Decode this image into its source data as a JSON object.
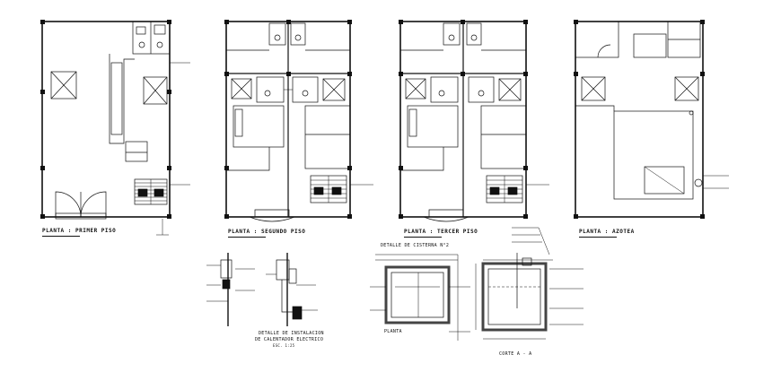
{
  "plan_titles": {
    "primer_piso": "PLANTA : PRIMER PISO",
    "segundo_piso": "PLANTA : SEGUNDO PISO",
    "tercer_piso": "PLANTA : TERCER PISO",
    "azotea": "PLANTA : AZOTEA"
  },
  "details": {
    "cisterna_title": "DETALLE DE CISTERNA N°2",
    "cisterna_planta": "PLANTA",
    "calentador_line1": "DETALLE DE INSTALACION",
    "calentador_line2": "DE CALENTADOR ELECTRICO",
    "calentador_scale": "ESC. 1:25",
    "corte": "CORTE A - A"
  },
  "colors": {
    "line": "#111111",
    "background": "#ffffff"
  }
}
